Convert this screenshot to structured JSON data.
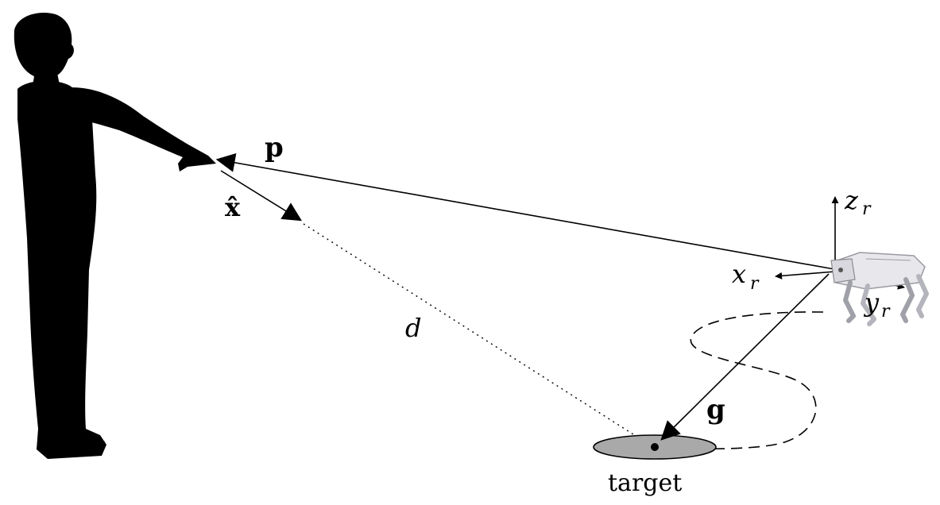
{
  "labels": {
    "p": "p",
    "x_hat": "x̂",
    "d": "d",
    "g": "g",
    "target": "target",
    "z": "z",
    "x": "x",
    "y": "y",
    "sub": "r"
  },
  "colors": {
    "ink": "#000000",
    "target_fill": "#a9a9a9",
    "robot_body": "#e8e8ec",
    "robot_shade": "#9a9aa2"
  }
}
